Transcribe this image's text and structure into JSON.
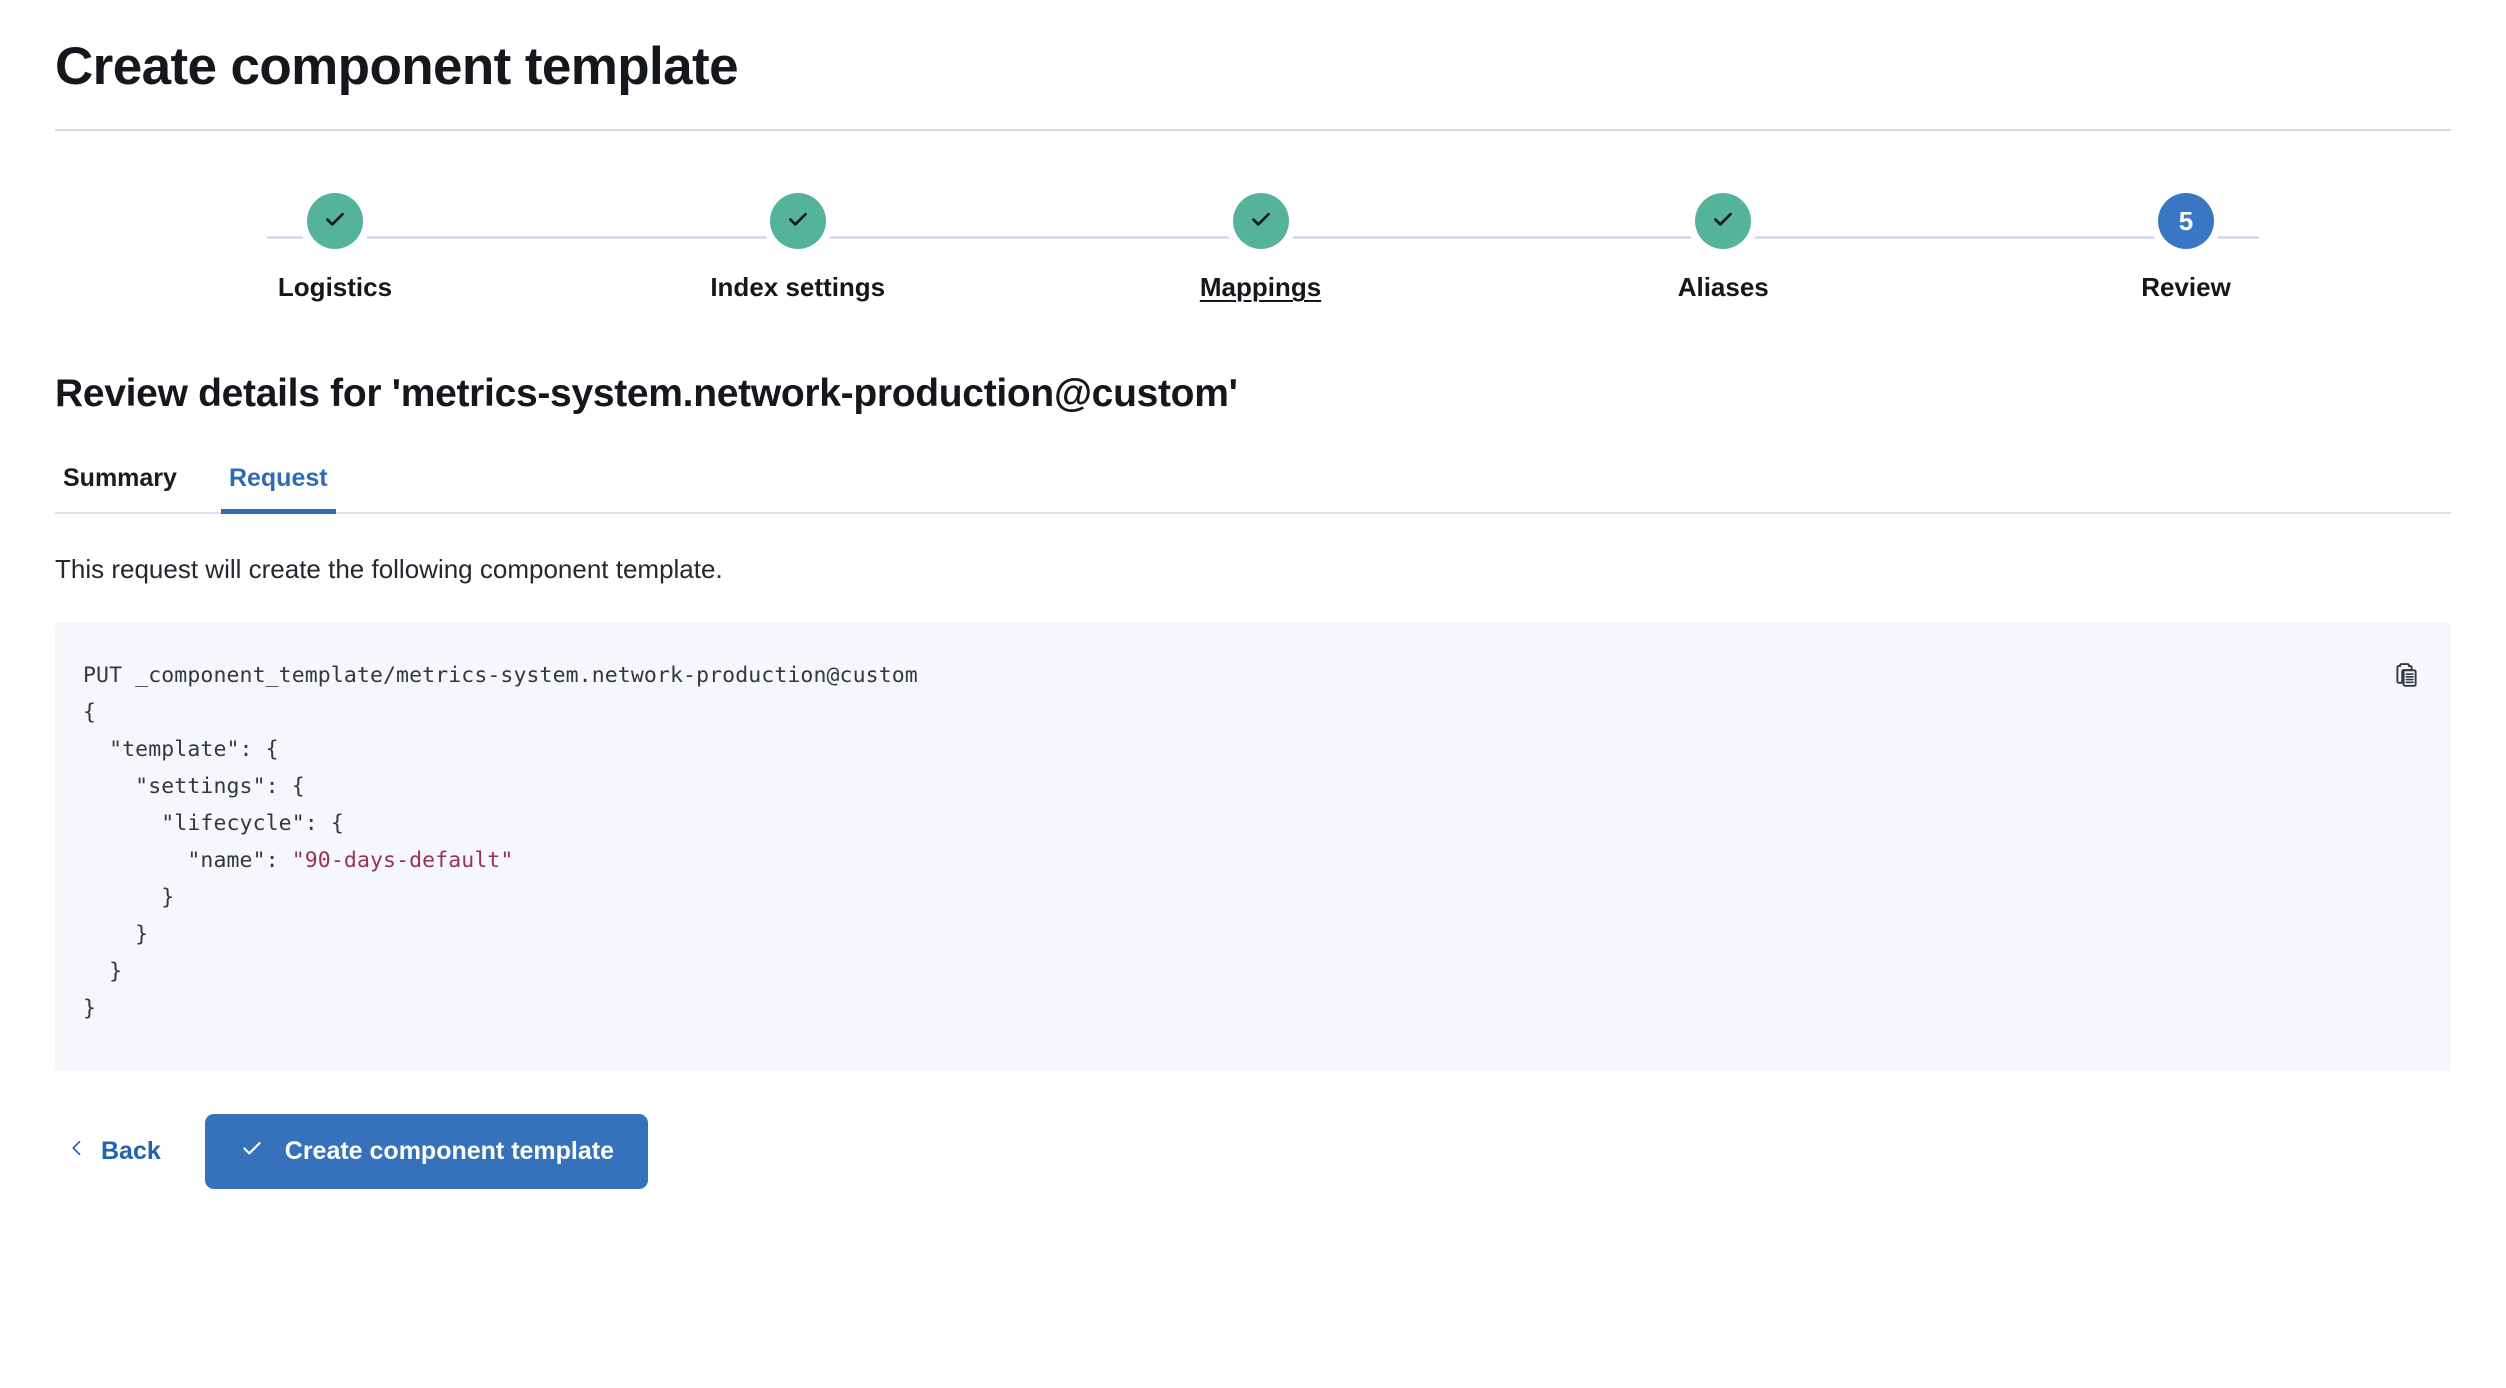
{
  "header": {
    "title": "Create component template"
  },
  "stepper": {
    "steps": [
      {
        "label": "Logistics",
        "state": "done",
        "icon": "check-icon",
        "number": "1"
      },
      {
        "label": "Index settings",
        "state": "done",
        "icon": "check-icon",
        "number": "2"
      },
      {
        "label": "Mappings",
        "state": "done",
        "icon": "check-icon",
        "number": "3",
        "underlined": true
      },
      {
        "label": "Aliases",
        "state": "done",
        "icon": "check-icon",
        "number": "4"
      },
      {
        "label": "Review",
        "state": "current",
        "icon": "",
        "number": "5"
      }
    ],
    "colors": {
      "done": "#54b399",
      "current": "#3a76c4",
      "track": "#d7dce8"
    }
  },
  "review": {
    "heading": "Review details for 'metrics-system.network-production@custom'",
    "tabs": [
      {
        "label": "Summary",
        "active": false
      },
      {
        "label": "Request",
        "active": true
      }
    ],
    "description": "This request will create the following component template.",
    "copy_icon": "copy-clipboard-icon",
    "request": {
      "method_line": "PUT _component_template/metrics-system.network-production@custom",
      "body_lines": [
        "{",
        "  \"template\": {",
        "    \"settings\": {",
        "      \"lifecycle\": {",
        "        \"name\": ",
        "      }",
        "    }",
        "  }",
        "}"
      ],
      "lifecycle_name_value": "\"90-days-default\""
    }
  },
  "footer": {
    "back_label": "Back",
    "back_icon": "chevron-left-icon",
    "submit_label": "Create component template",
    "submit_icon": "check-icon",
    "primary_color": "#3671bb"
  }
}
